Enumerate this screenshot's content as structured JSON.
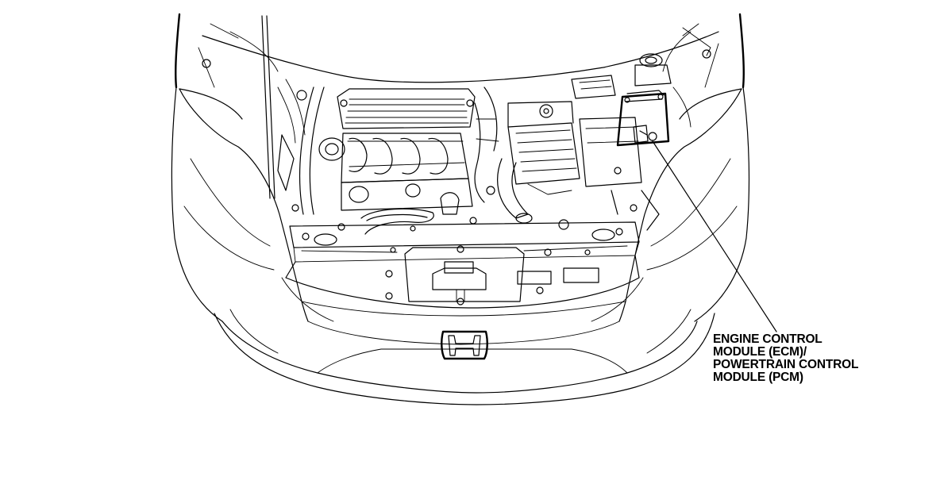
{
  "callout": {
    "lines": [
      "ENGINE CONTROL",
      "MODULE (ECM)/",
      "POWERTRAIN CONTROL",
      "MODULE (PCM)"
    ]
  },
  "colors": {
    "line": "#000000",
    "background": "#ffffff"
  }
}
